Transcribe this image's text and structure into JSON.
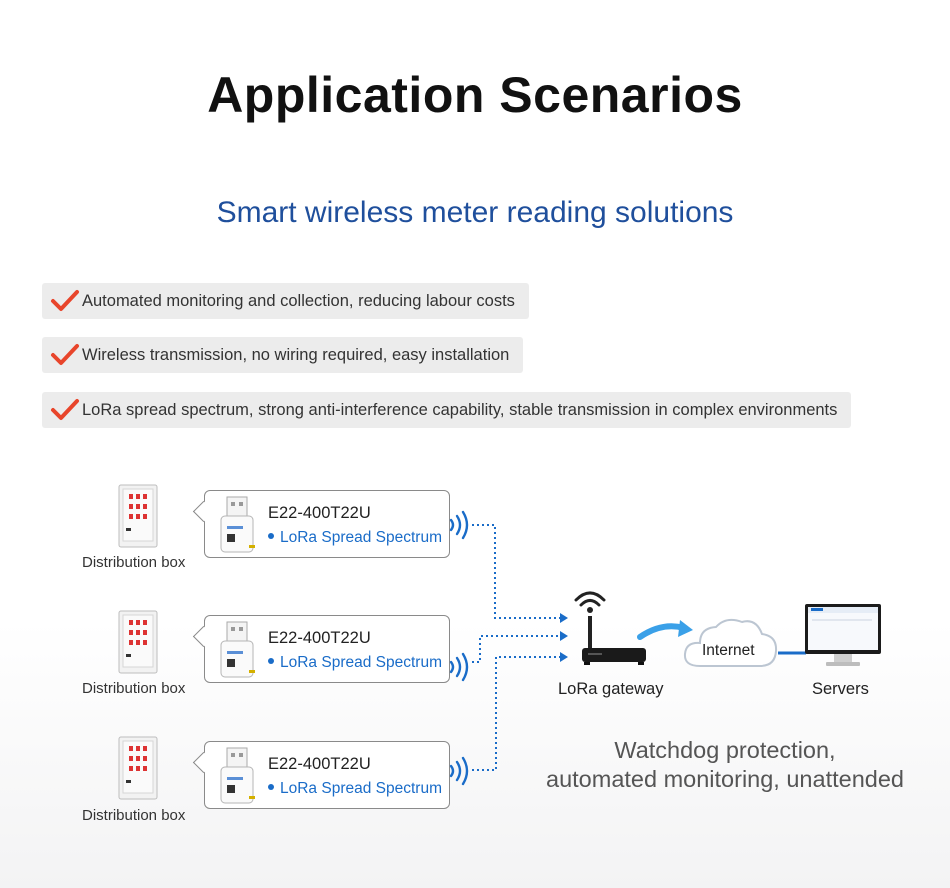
{
  "title": "Application Scenarios",
  "subtitle": "Smart wireless meter reading solutions",
  "benefits": [
    "Automated monitoring and collection, reducing labour costs",
    "Wireless transmission, no wiring required, easy installation",
    "LoRa spread spectrum, strong anti-interference capability, stable transmission in complex environments"
  ],
  "nodes": [
    {
      "box_label": "Distribution box",
      "model": "E22-400T22U",
      "feature": "LoRa Spread Spectrum"
    },
    {
      "box_label": "Distribution box",
      "model": "E22-400T22U",
      "feature": "LoRa Spread Spectrum"
    },
    {
      "box_label": "Distribution box",
      "model": "E22-400T22U",
      "feature": "LoRa Spread Spectrum"
    }
  ],
  "gateway_label": "LoRa gateway",
  "internet_label": "Internet",
  "servers_label": "Servers",
  "caption": [
    "Watchdog protection,",
    "automated monitoring, unattended"
  ],
  "colors": {
    "title": "#111111",
    "subtitle": "#1f4f9c",
    "accent_blue": "#1a6cc8",
    "check": "#e8452b",
    "benefit_bg": "#ececec"
  }
}
